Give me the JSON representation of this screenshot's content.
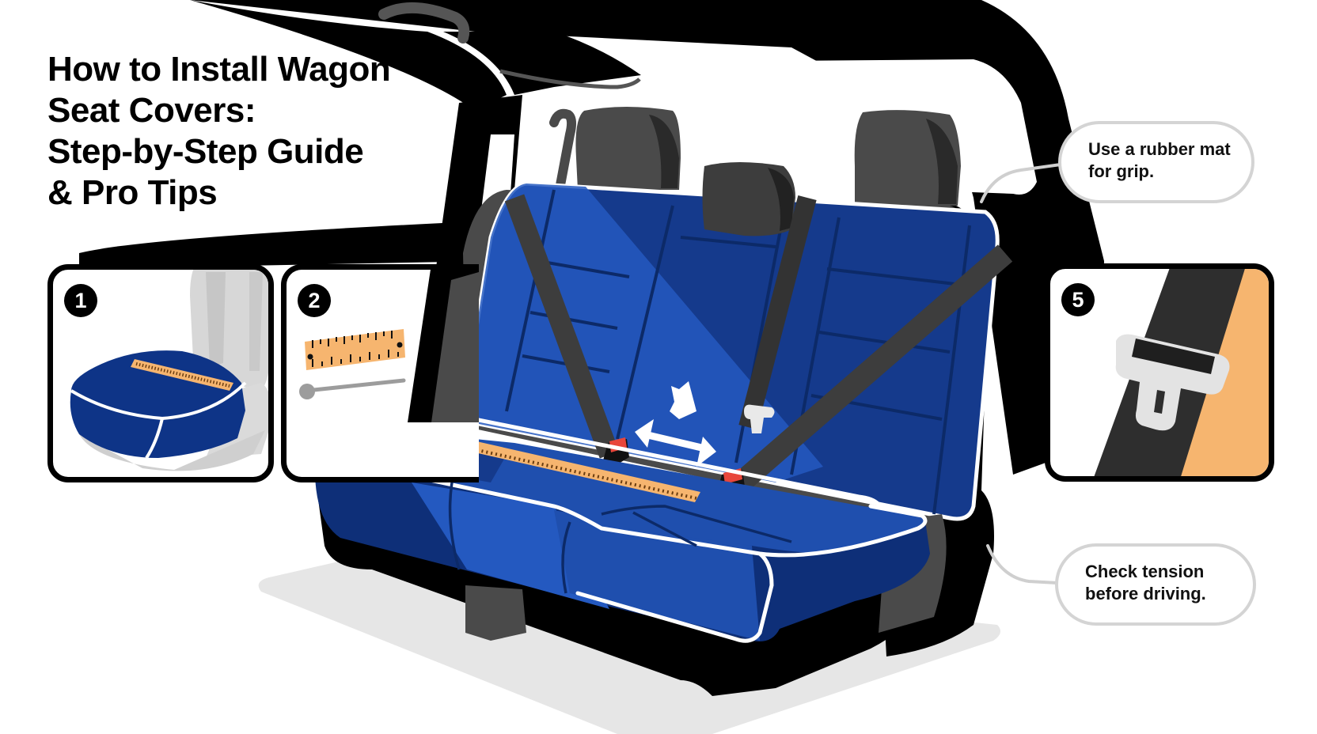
{
  "header": {
    "title_lines": [
      "How to Install Wagon",
      "Seat Covers:",
      "Step-by-Step Guide",
      "& Pro Tips"
    ]
  },
  "steps": [
    {
      "number": "1",
      "illustration": "seat-cushion-cover-with-ruler"
    },
    {
      "number": "2",
      "illustration": "measuring-ruler-and-tape"
    },
    {
      "number": "5",
      "illustration": "seatbelt-buckle-latch"
    }
  ],
  "tips": [
    {
      "lines": [
        "Use a rubber mat",
        "for grip."
      ]
    },
    {
      "lines": [
        "Check tension",
        "before driving."
      ]
    }
  ],
  "center_illustration": {
    "subject": "wagon rear bench seat with blue seat covers, seatbelts and buckles",
    "icons": [
      "down-arrow-icon",
      "double-arrow-horizontal-icon",
      "ruler-icon",
      "buckle-icon"
    ]
  },
  "colors": {
    "cover_blue": "#1f4fae",
    "cover_blue_dark": "#0e2f78",
    "cover_blue_light": "#2a5fc0",
    "seat_gray": "#4a4a4a",
    "seat_gray_dark": "#2a2a2a",
    "ruler_orange": "#f6b56f",
    "buckle_red": "#e8463b",
    "frame_black": "#000000",
    "floor_shadow": "#e6e6e6",
    "callout_border": "#d4d4d4"
  }
}
